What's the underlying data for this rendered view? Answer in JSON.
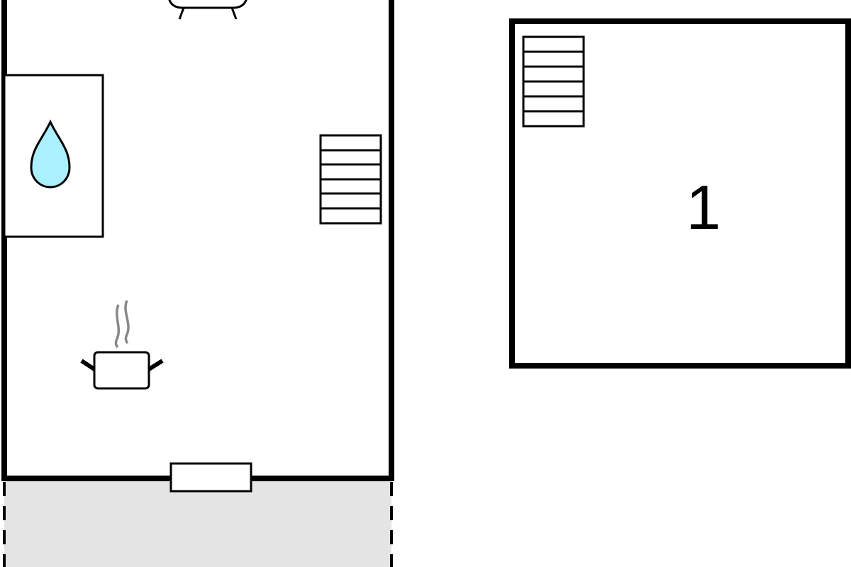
{
  "floor_plan": {
    "rooms": [
      {
        "id": "main-room",
        "label": ""
      },
      {
        "id": "room-1",
        "label": "1"
      }
    ],
    "icons": [
      "water-drop-icon",
      "cooking-pot-icon",
      "stairs-icon",
      "door-icon",
      "chair-icon"
    ],
    "colors": {
      "wall": "#000000",
      "water": "#aaf0ff",
      "steam": "#888888",
      "terrace": "#e4e4e4"
    }
  }
}
